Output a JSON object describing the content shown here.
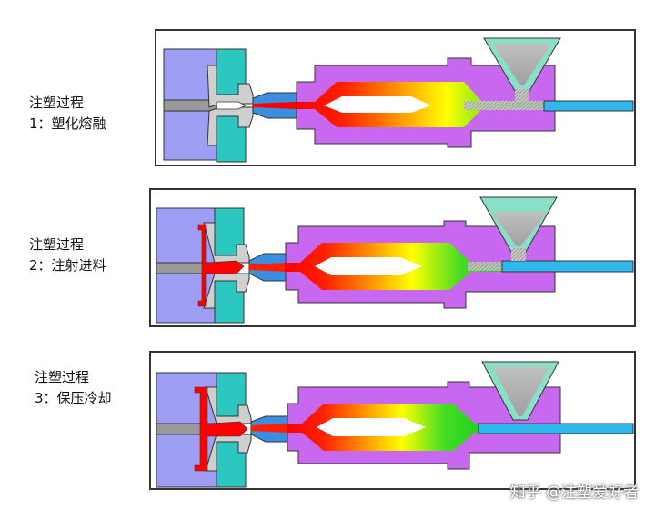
{
  "steps": [
    {
      "title": "注塑过程",
      "subtitle": "1：塑化熔融"
    },
    {
      "title": "注塑过程",
      "subtitle": "2：注射进料"
    },
    {
      "title": "注塑过程",
      "subtitle": "3：保压冷却"
    }
  ],
  "watermark": "知乎 @注塑爱好者",
  "colors": {
    "mold_fixed": "#9e9ef5",
    "mold_moving": "#2cc7c0",
    "barrel": "#c868f0",
    "screw": "#2eb8ec",
    "melt_hot": "#ff0000",
    "melt_mid": "#ffff00",
    "melt_cool": "#22cc22",
    "hopper_frame": "#8adfc8",
    "granules": "#b0b0b0",
    "nozzle_tip": "#3a8fe0"
  },
  "icons": [
    "mold-icon",
    "barrel-icon",
    "hopper-icon",
    "screw-icon",
    "nozzle-icon"
  ]
}
